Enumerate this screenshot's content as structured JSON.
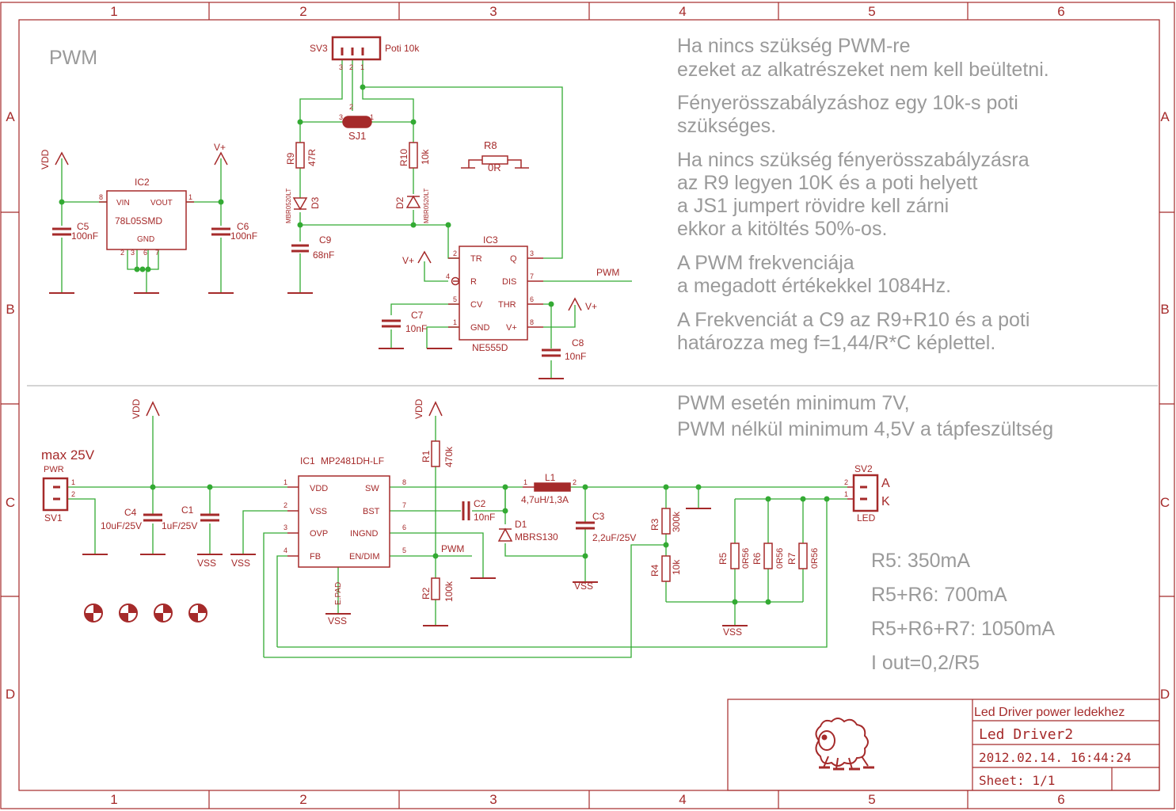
{
  "frame": {
    "columns": [
      "1",
      "2",
      "3",
      "4",
      "5",
      "6"
    ],
    "rows": [
      "A",
      "B",
      "C",
      "D"
    ]
  },
  "colors": {
    "part": "#a52a2a",
    "wire": "#33aa33",
    "note": "#9a9a9a",
    "frame": "#a52a2a"
  },
  "pwm_section": {
    "title": "PWM",
    "notes": [
      "Ha nincs szükség PWM-re",
      "ezeket az alkatrészeket nem kell beültetni.",
      "Fényerösszabályzáshoz egy 10k-s poti",
      "szükséges.",
      "Ha nincs szükség fényerösszabályzásra",
      "az R9 legyen 10K és a poti helyett",
      "a JS1 jumpert rövidre kell zárni",
      "ekkor a kitöltés 50%-os.",
      "A PWM frekvenciája",
      "a megadott értékekkel 1084Hz.",
      "A Frekvenciát a C9  az R9+R10 és a poti",
      "határozza meg f=1,44/R*C képlettel."
    ]
  },
  "main_section": {
    "notes": [
      "PWM esetén minimum 7V,",
      "PWM nélkül minimum 4,5V a tápfeszültség"
    ],
    "current_table": [
      "R5: 350mA",
      "R5+R6: 700mA",
      "R5+R6+R7: 1050mA",
      "I out=0,2/R5"
    ],
    "max_voltage": "max 25V"
  },
  "labels": {
    "sv3": "SV3",
    "poti": "Poti 10k",
    "sj1": "SJ1",
    "r9": "R9",
    "r9v": "47R",
    "r10": "R10",
    "r10v": "10k",
    "r8": "R8",
    "r8v": "0R",
    "d3": "D3",
    "d2": "D2",
    "dtype": "MBR0520LT",
    "c9": "C9",
    "c9v": "68nF",
    "ic2": "IC2",
    "ic2type": "78L05SMD",
    "ic2vin": "VIN",
    "ic2vout": "VOUT",
    "ic2gnd": "GND",
    "c5": "C5",
    "c5v": "100nF",
    "c6": "C6",
    "c6v": "100nF",
    "vdd": "VDD",
    "vplus": "V+",
    "vss": "VSS",
    "ic3": "IC3",
    "ic3type": "NE555D",
    "ic3pins": [
      "TR",
      "R",
      "CV",
      "GND",
      "Q",
      "DIS",
      "THR",
      "V+"
    ],
    "c7": "C7",
    "c7v": "10nF",
    "c8": "C8",
    "c8v": "10nF",
    "pwm": "PWM",
    "pwr": "PWR",
    "sv1": "SV1",
    "c4": "C4",
    "c4v": "10uF/25V",
    "c1": "C1",
    "c1v": "1uF/25V",
    "ic1": "IC1",
    "ic1type": "MP2481DH-LF",
    "ic1pins": [
      "VDD",
      "VSS",
      "OVP",
      "FB",
      "SW",
      "BST",
      "INGND",
      "EN/DIM"
    ],
    "epad": "E.PAD",
    "r1": "R1",
    "r1v": "470k",
    "r2": "R2",
    "r2v": "100k",
    "c2": "C2",
    "c2v": "10nF",
    "l1": "L1",
    "l1v": "4,7uH/1,3A",
    "d1": "D1",
    "d1v": "MBRS130",
    "c3": "C3",
    "c3v": "2,2uF/25V",
    "r3": "R3",
    "r3v": "300k",
    "r4": "R4",
    "r4v": "10k",
    "r5": "R5",
    "r6": "R6",
    "r7": "R7",
    "r567v": "0R56",
    "sv2": "SV2",
    "led": "LED",
    "a": "A",
    "k": "K"
  },
  "title_block": {
    "title": "Led Driver power ledekhez",
    "name": "Led Driver2",
    "date": "2012.02.14. 16:44:24",
    "sheet": "Sheet: 1/1"
  }
}
